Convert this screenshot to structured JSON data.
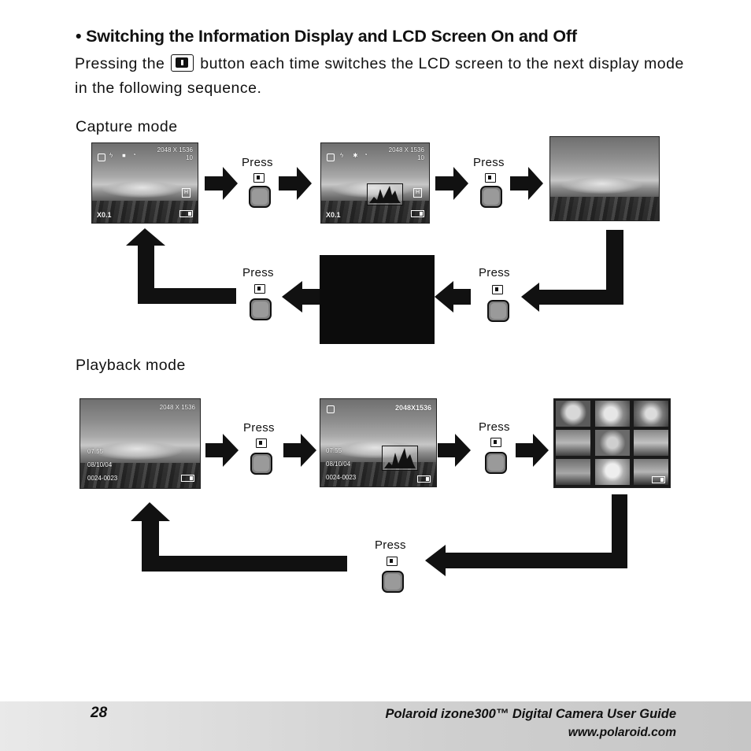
{
  "heading": "• Switching the Information Display and LCD Screen On and Off",
  "intro": {
    "before": "Pressing the",
    "after": "button each time switches the LCD screen to the next display mode in the following sequence."
  },
  "capture": {
    "label": "Capture mode",
    "resolution": "2048 X 1536",
    "count": "10",
    "zoom": "X0.1",
    "quality": "H"
  },
  "playback": {
    "label": "Playback mode",
    "resolution_plain": "2048 X 1536",
    "resolution_bold": "2048X1536",
    "time": "07:55",
    "date": "08/10/04",
    "file": "0024-0023"
  },
  "press_label": "Press",
  "footer": {
    "page": "28",
    "title": "Polaroid izone300™ Digital Camera User Guide",
    "url": "www.polaroid.com"
  },
  "icons": [
    "display-button-icon",
    "camera-icon",
    "flash-icon",
    "self-timer-icon",
    "battery-icon",
    "histogram-icon"
  ]
}
